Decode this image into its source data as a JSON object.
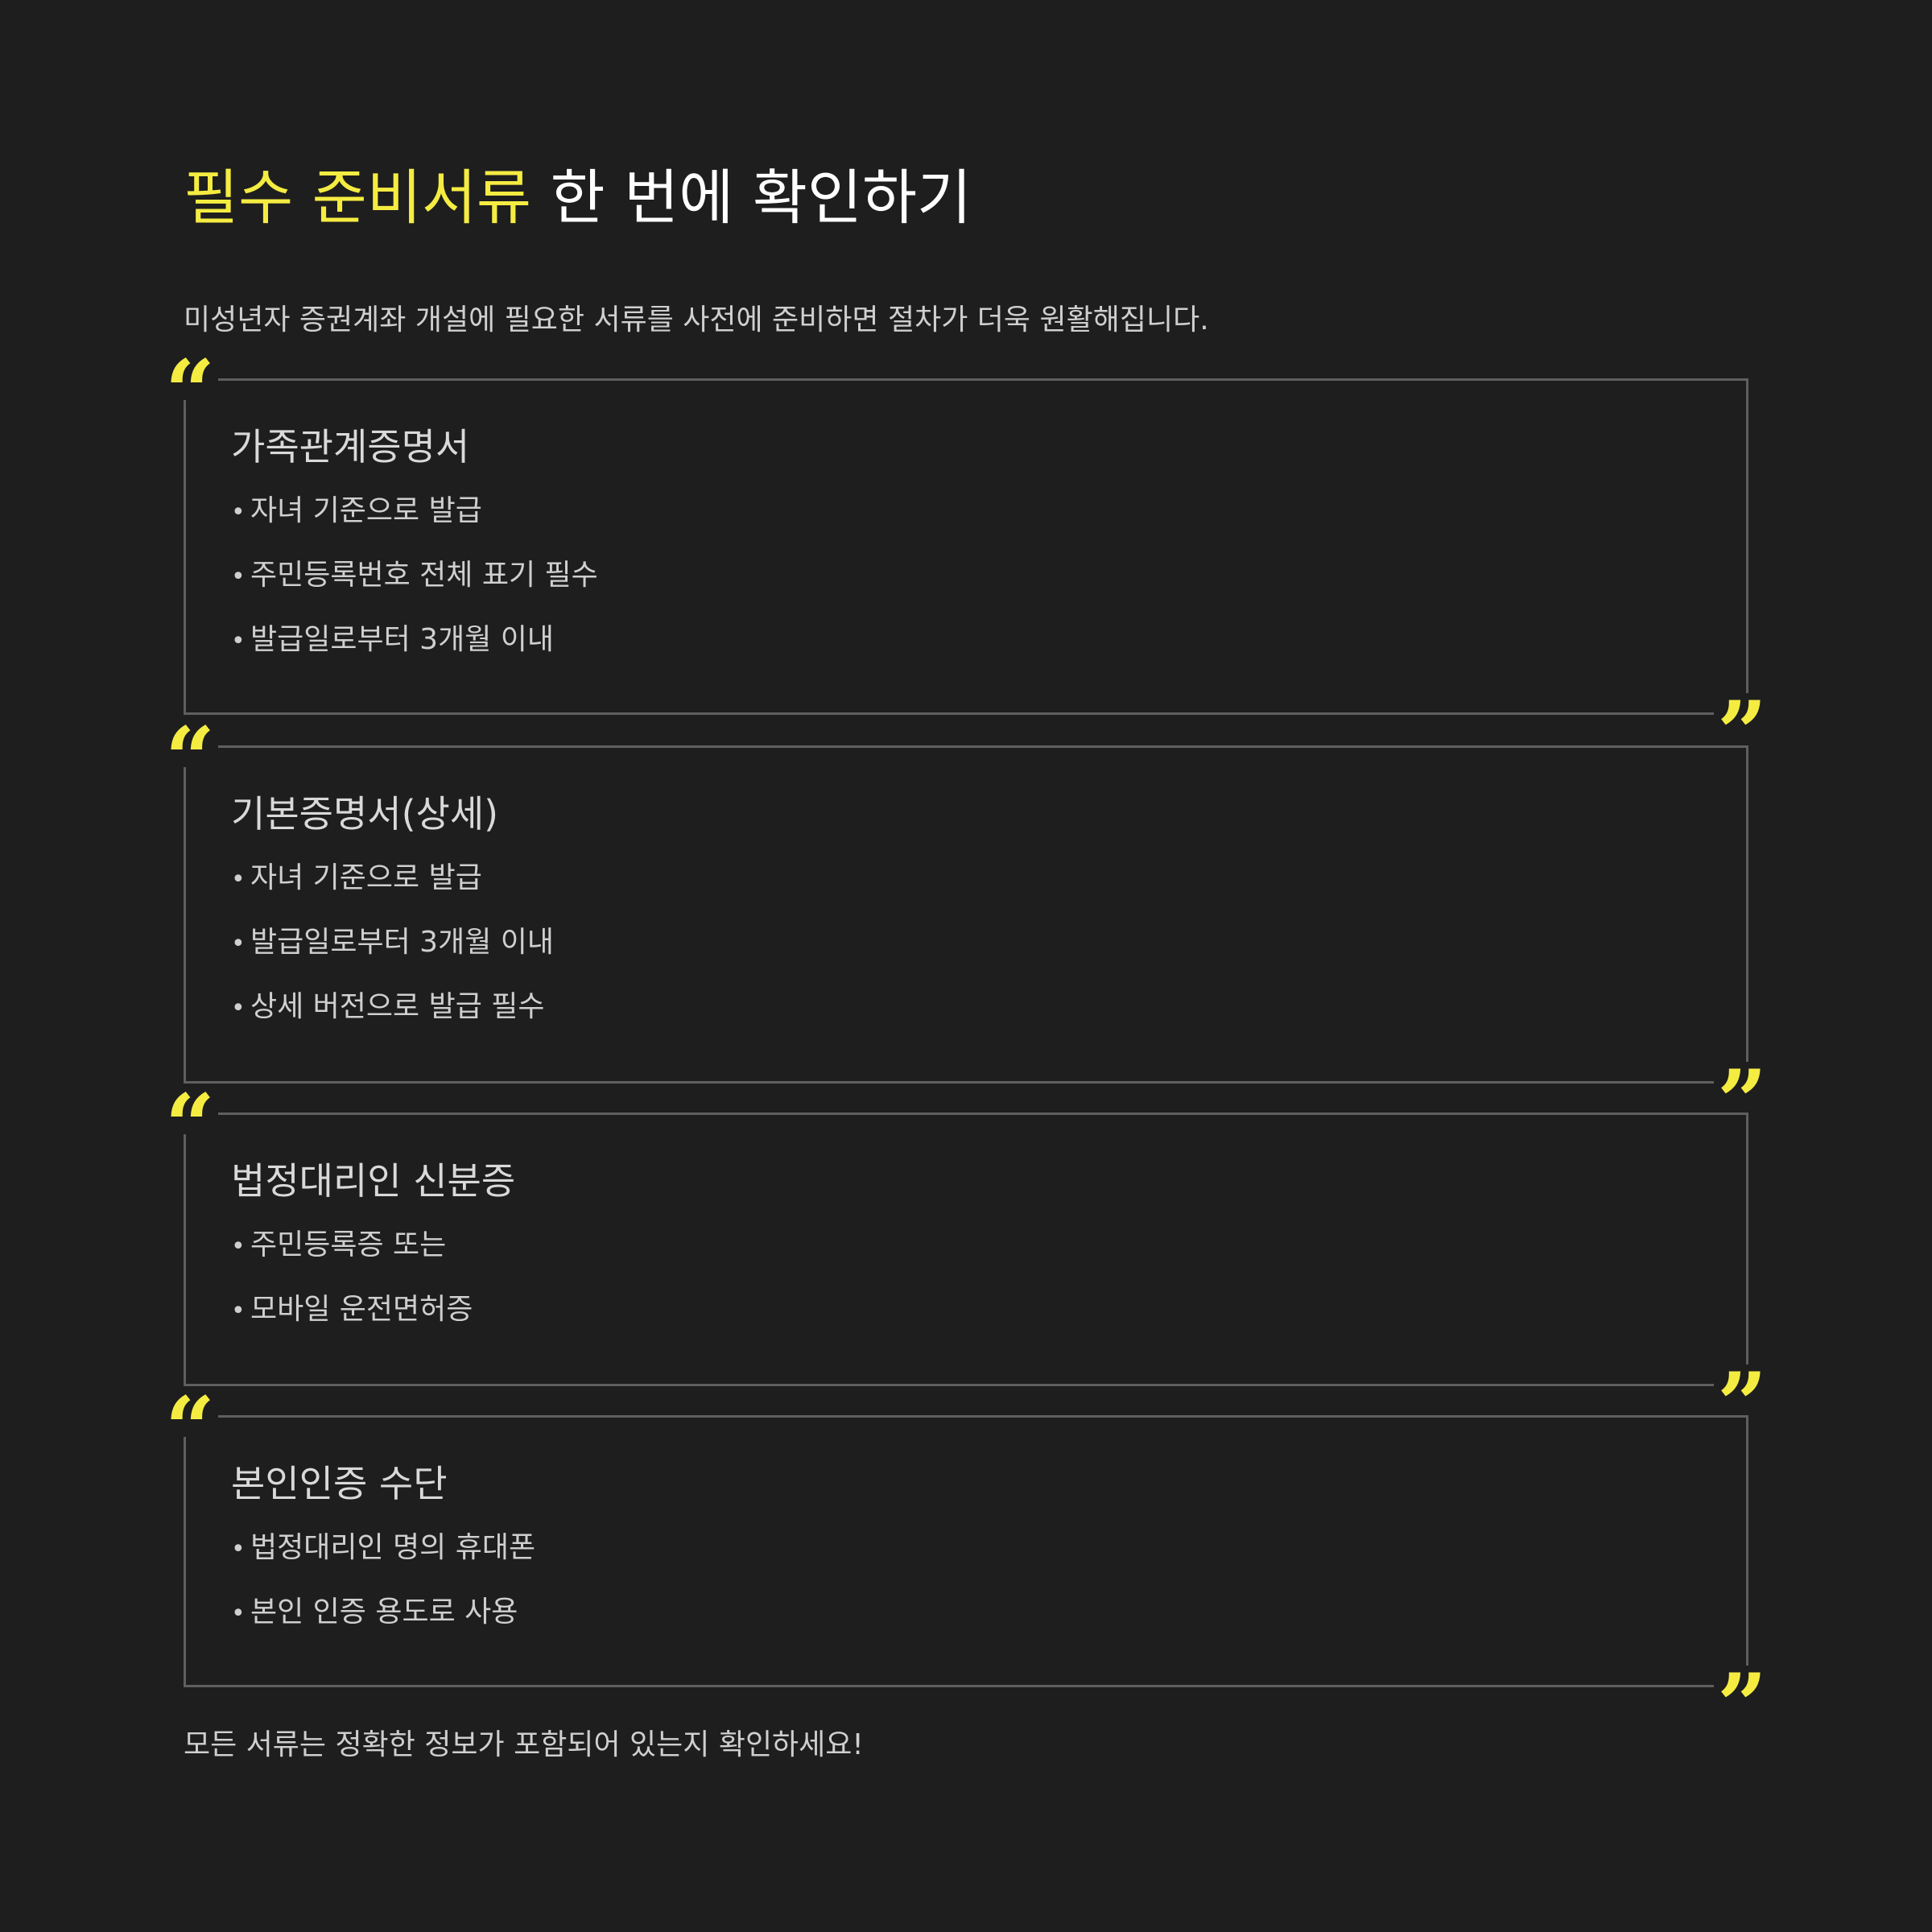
{
  "header": {
    "title_highlight": "필수 준비서류",
    "title_rest": " 한 번에 확인하기",
    "subtitle": "미성년자 증권계좌 개설에 필요한 서류를 사전에 준비하면 절차가 더욱 원활해집니다."
  },
  "quote_marks": {
    "open": "“",
    "close": "”"
  },
  "bullet": "•",
  "cards": [
    {
      "title": "가족관계증명서",
      "items": [
        "자녀 기준으로 발급",
        "주민등록번호 전체 표기 필수",
        "발급일로부터 3개월 이내"
      ]
    },
    {
      "title": "기본증명서(상세)",
      "items": [
        "자녀 기준으로 발급",
        "발급일로부터 3개월 이내",
        "상세 버전으로 발급 필수"
      ]
    },
    {
      "title": "법정대리인 신분증",
      "items": [
        "주민등록증 또는",
        "모바일 운전면허증"
      ]
    },
    {
      "title": "본인인증 수단",
      "items": [
        "법정대리인 명의 휴대폰",
        "본인 인증 용도로 사용"
      ]
    }
  ],
  "footer": {
    "note": "모든 서류는 정확한 정보가 포함되어 있는지 확인하세요!"
  },
  "colors": {
    "background": "#1e1e1e",
    "accent": "#f5ec42",
    "border": "#5f5f5f"
  }
}
